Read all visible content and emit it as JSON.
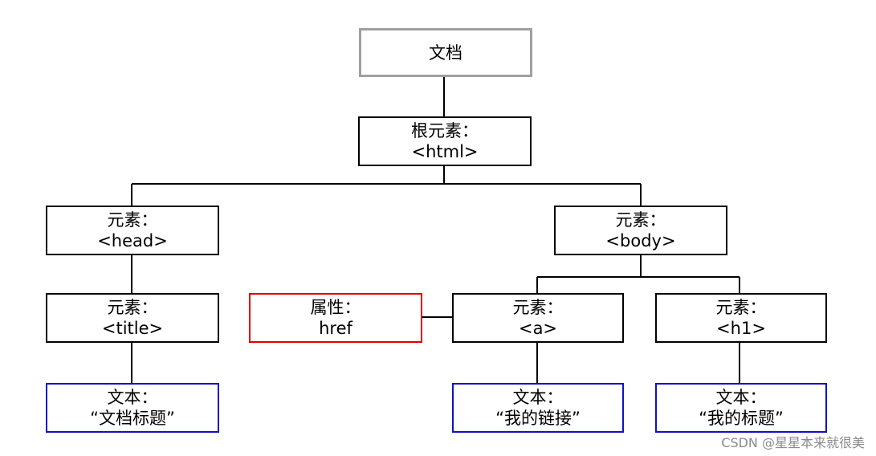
{
  "nodes": {
    "document": {
      "title": "文档",
      "value": ""
    },
    "root": {
      "title": "根元素：",
      "value": "<html>"
    },
    "head": {
      "title": "元素：",
      "value": "<head>"
    },
    "body": {
      "title": "元素：",
      "value": "<body>"
    },
    "title_el": {
      "title": "元素：",
      "value": "<title>"
    },
    "attr": {
      "title": "属性：",
      "value": "href"
    },
    "a": {
      "title": "元素：",
      "value": "<a>"
    },
    "h1": {
      "title": "元素：",
      "value": "<h1>"
    },
    "text_title": {
      "title": "文本：",
      "value": "“文档标题”"
    },
    "text_link": {
      "title": "文本：",
      "value": "“我的链接”"
    },
    "text_h1": {
      "title": "文本：",
      "value": "“我的标题”"
    }
  },
  "colors": {
    "document_border": "#a0a0a0",
    "attribute_border": "#e00000",
    "text_border": "#1010c8",
    "element_border": "#000000"
  },
  "watermark": "CSDN @星星本来就很美"
}
